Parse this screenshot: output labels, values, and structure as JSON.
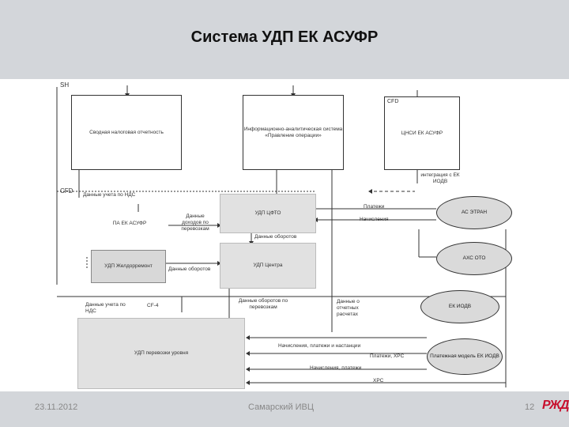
{
  "slide": {
    "title": "Система УДП ЕК АСУФР",
    "footer_date": "23.11.2012",
    "footer_org": "Самарский ИВЦ",
    "page_number": "12",
    "logo_text": "РЖД"
  },
  "diagram": {
    "side_labels": {
      "sh": "SH",
      "cfd_left": "CFD",
      "cfd_box": "CFD"
    },
    "boxes": {
      "svodnaya": "Сводная налоговая отчетность",
      "inform": "Информационно-аналитическая система «Правление операции»",
      "nsi": "ЦНСИ ЕК АСУФР",
      "udp_cfto": "УДП ЦФТО",
      "pa_ek": "ПА ЕК АСУФР",
      "udp_zheldor": "УДП Желдорремонт",
      "udp_centra": "УДП Центра",
      "udp_bottom": "УДП перевозки уровня"
    },
    "ellipses": {
      "as_etran": "АС ЭТРАН",
      "ahs_oto": "АХС ОТО",
      "ek_iodv": "ЕК ИОДВ",
      "platezh": "Платежная модель ЕК ИОДВ"
    },
    "labels": {
      "integr_nsi": "интеграция с ЕК ИОДВ",
      "dannye_nds": "Данные учета по НДС",
      "platezhi": "Платежи",
      "nachisleniya": "Начисления",
      "dannye_dohod": "Данные доходов по перевозкам",
      "dannye_oborot_1": "Данные оборотов",
      "dannye_oborot_2": "Данные оборотов",
      "dannye_ucheta_nds2": "Данные учета по НДС",
      "cf4": "CF-4",
      "dannye_oborot_perev": "Данные оборотов по перевозкам",
      "dannye_otchety": "Данные о отчетных расчетах",
      "nach_plat_stancii": "Начисления, платежи и настанции",
      "platezh_khs": "Платежи, ХРС",
      "nach_plat": "Начисления, платежи",
      "khs": "ХРС"
    }
  }
}
